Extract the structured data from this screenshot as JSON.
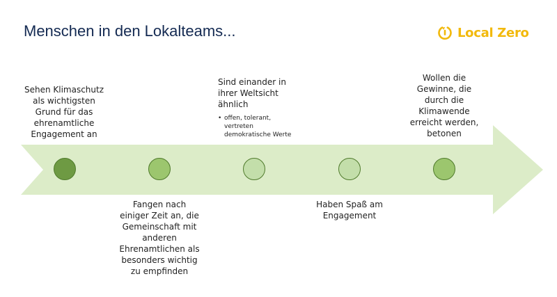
{
  "slide": {
    "title": "Menschen in den Lokalteams..."
  },
  "logo": {
    "text": "Local Zero",
    "icon": "power-refresh-icon",
    "color": "#f2b90c"
  },
  "colors": {
    "title": "#142a52",
    "arrow": "#dcecc8",
    "dot_dark": "#6e9a43",
    "dot_mid": "#9cc66e",
    "dot_light": "#c3deaa",
    "dot_border": "#4f7a2b"
  },
  "timeline": {
    "top_items": [
      {
        "lines": [
          "Sehen Klimaschutz",
          "als wichtigsten",
          "Grund für das",
          "ehrenamtliche",
          "Engagement an"
        ]
      },
      {
        "lines": [
          "Sind einander in",
          "ihrer Weltsicht",
          "ähnlich"
        ],
        "bullet": {
          "mark": "•",
          "lines": [
            "offen, tolerant,",
            "vertreten",
            "demokratische Werte"
          ]
        }
      },
      {
        "lines": [
          "Wollen die",
          "Gewinne, die",
          "durch die",
          "Klimawende",
          "erreicht werden,",
          "betonen"
        ]
      }
    ],
    "bottom_items": [
      {
        "lines": [
          "Fangen nach",
          "einiger Zeit an, die",
          "Gemeinschaft mit",
          "anderen",
          "Ehrenamtlichen als",
          "besonders wichtig",
          "zu empfinden"
        ]
      },
      {
        "lines": [
          "Haben Spaß am",
          "Engagement"
        ]
      }
    ]
  }
}
